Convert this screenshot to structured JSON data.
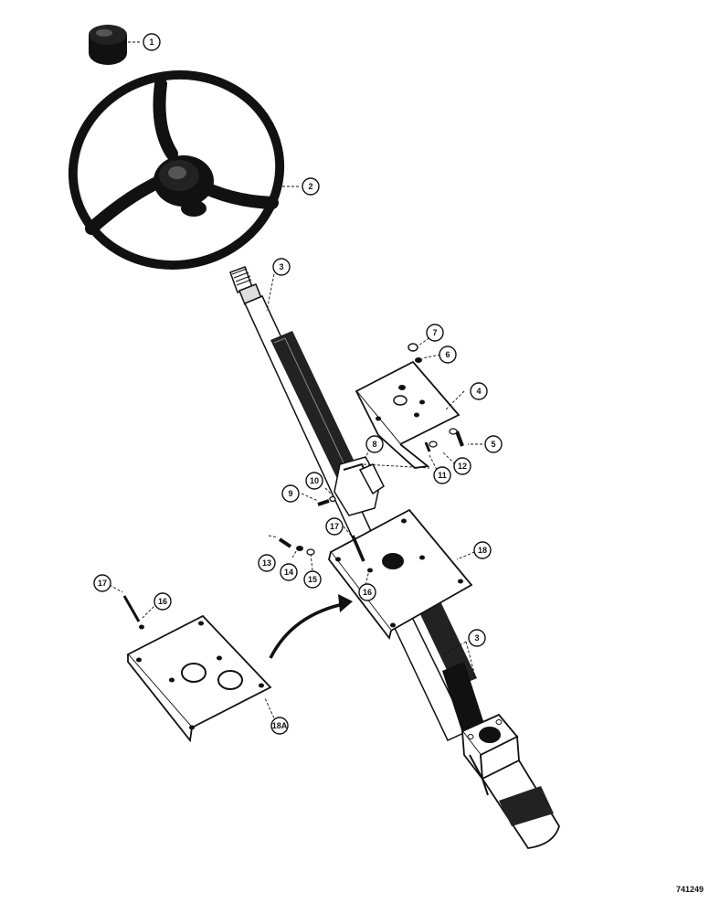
{
  "drawing": {
    "reference_number": "741249",
    "callouts": [
      {
        "id": "c1",
        "label": "1"
      },
      {
        "id": "c2",
        "label": "2"
      },
      {
        "id": "c3a",
        "label": "3"
      },
      {
        "id": "c3b",
        "label": "3"
      },
      {
        "id": "c4",
        "label": "4"
      },
      {
        "id": "c5",
        "label": "5"
      },
      {
        "id": "c6",
        "label": "6"
      },
      {
        "id": "c7",
        "label": "7"
      },
      {
        "id": "c8",
        "label": "8"
      },
      {
        "id": "c9",
        "label": "9"
      },
      {
        "id": "c10",
        "label": "10"
      },
      {
        "id": "c11",
        "label": "11"
      },
      {
        "id": "c12",
        "label": "12"
      },
      {
        "id": "c13",
        "label": "13"
      },
      {
        "id": "c14",
        "label": "14"
      },
      {
        "id": "c15",
        "label": "15"
      },
      {
        "id": "c16a",
        "label": "16"
      },
      {
        "id": "c16b",
        "label": "16"
      },
      {
        "id": "c17a",
        "label": "17"
      },
      {
        "id": "c17b",
        "label": "17"
      },
      {
        "id": "c18",
        "label": "18"
      },
      {
        "id": "c18a",
        "label": "18A"
      }
    ]
  }
}
